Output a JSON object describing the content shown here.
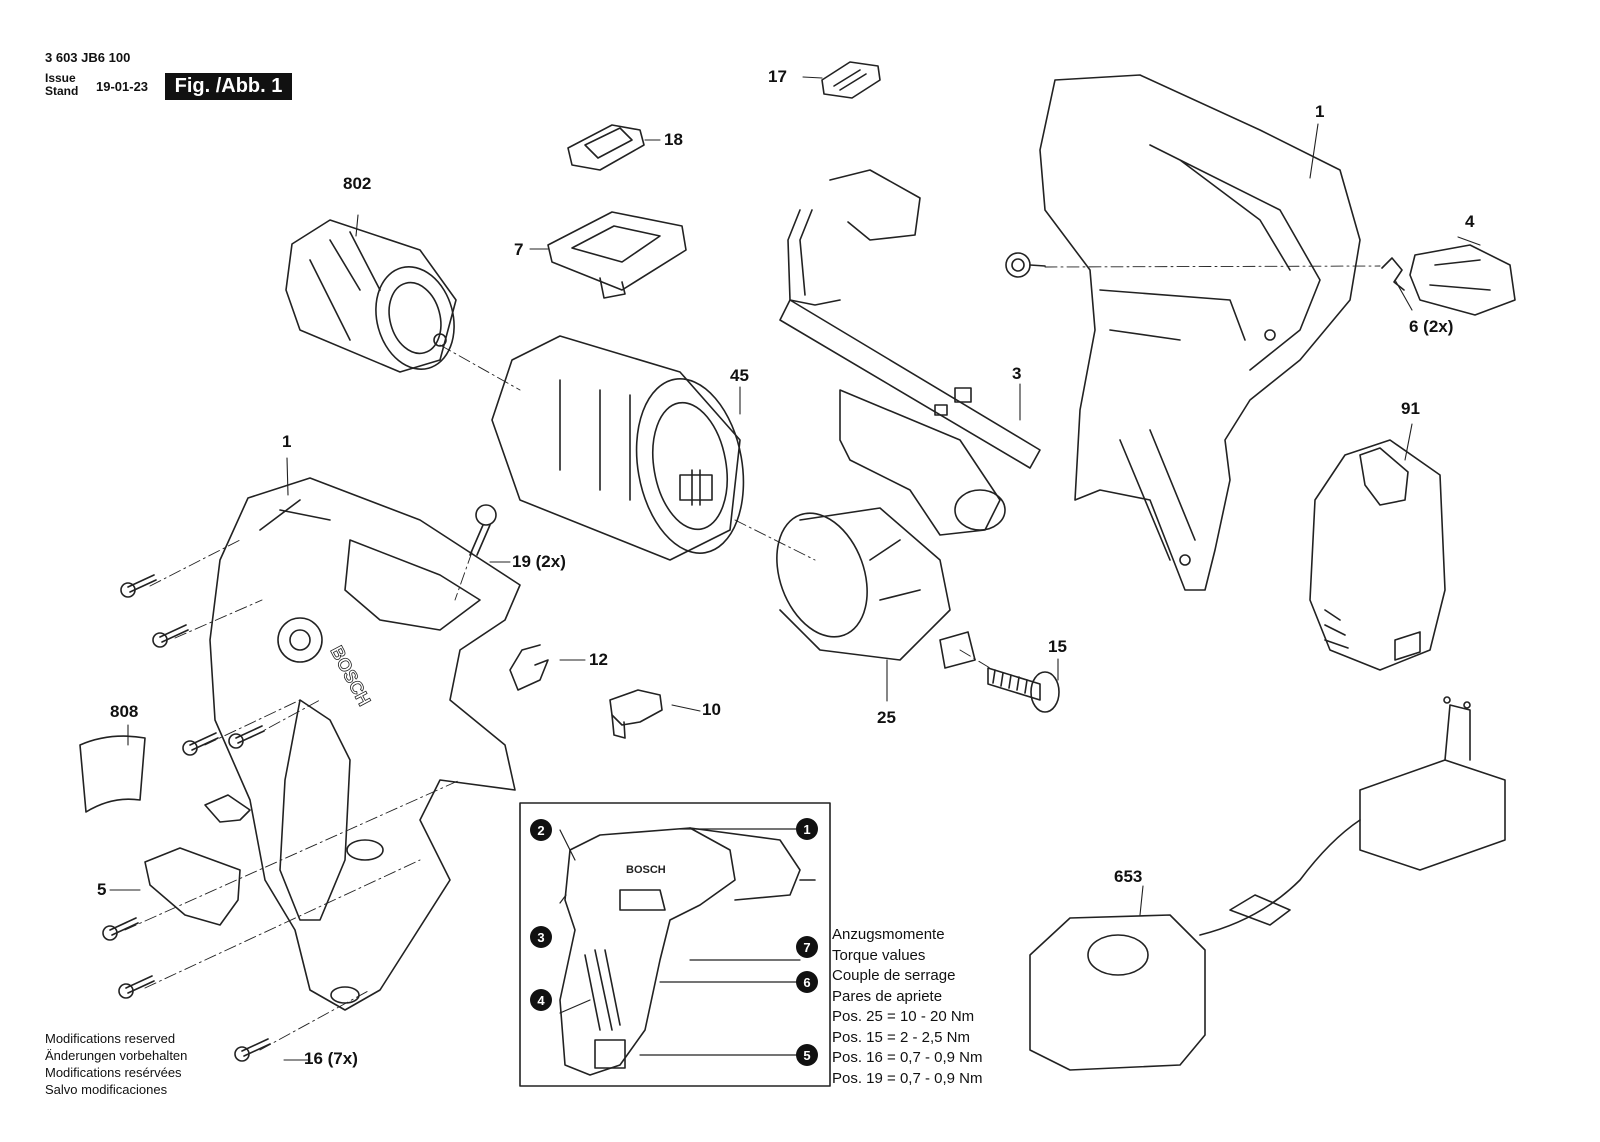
{
  "header": {
    "doc_number": "3 603 JB6 100",
    "issue_label_1": "Issue",
    "issue_label_2": "Stand",
    "issue_date": "19-01-23",
    "figure_label": "Fig. /Abb. 1"
  },
  "part_labels": {
    "p17": "17",
    "p18": "18",
    "p802": "802",
    "p7": "7",
    "p1_top": "1",
    "p4": "4",
    "p6": "6 (2x)",
    "p45": "45",
    "p3": "3",
    "p91": "91",
    "p1_left": "1",
    "p19": "19 (2x)",
    "p12": "12",
    "p10": "10",
    "p15": "15",
    "p25": "25",
    "p808": "808",
    "p5": "5",
    "p16": "16 (7x)",
    "p653": "653"
  },
  "inset_callouts": {
    "c1": "1",
    "c2": "2",
    "c3": "3",
    "c4": "4",
    "c5": "5",
    "c6": "6",
    "c7": "7"
  },
  "inset_logo": "BOSCH",
  "housing_logo": "BOSCH",
  "torque": {
    "line1": "Anzugsmomente",
    "line2": "Torque values",
    "line3": "Couple de serrage",
    "line4": "Pares de apriete",
    "pos25": "Pos. 25 = 10 - 20 Nm",
    "pos15": "Pos. 15 = 2 - 2,5 Nm",
    "pos16": "Pos. 16 = 0,7 - 0,9 Nm",
    "pos19": "Pos. 19 = 0,7 - 0,9 Nm"
  },
  "modifications": {
    "en": "Modifications reserved",
    "de": "Änderungen vorbehalten",
    "fr": "Modifications resérvées",
    "es": "Salvo modificaciones"
  }
}
